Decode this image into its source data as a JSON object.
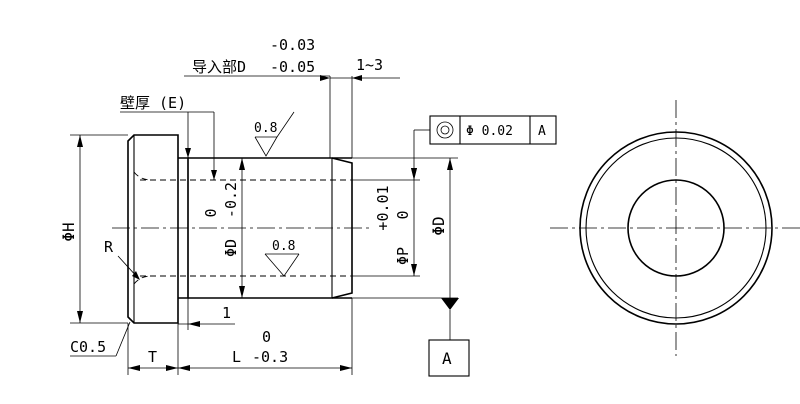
{
  "labels": {
    "guide_tol_upper": "-0.03",
    "guide_part": "导入部D",
    "guide_tol_lower": "-0.05",
    "chamfer_length": "1~3",
    "wall_thickness": "壁厚 (E)",
    "roughness_outer": "0.8",
    "roughness_inner": "0.8",
    "gdt_diameter": "Φ 0.02",
    "gdt_datum": "A",
    "dia_H": "ΦH",
    "radius_R": "R",
    "chamfer_c": "C0.5",
    "dim_T": "T",
    "dim_one": "1",
    "dim_L": "L",
    "dim_L_tol_upper": "0",
    "dim_L_tol_lower": "-0.3",
    "dia_D_inner": "ΦD",
    "dia_D_inner_tol_upper": "0",
    "dia_D_inner_tol_lower": "-0.2",
    "dia_P": "ΦP",
    "dia_P_tol_upper": "+0.01",
    "dia_P_tol_lower": "0",
    "dia_D_outer": "ΦD",
    "datum_box": "A"
  }
}
